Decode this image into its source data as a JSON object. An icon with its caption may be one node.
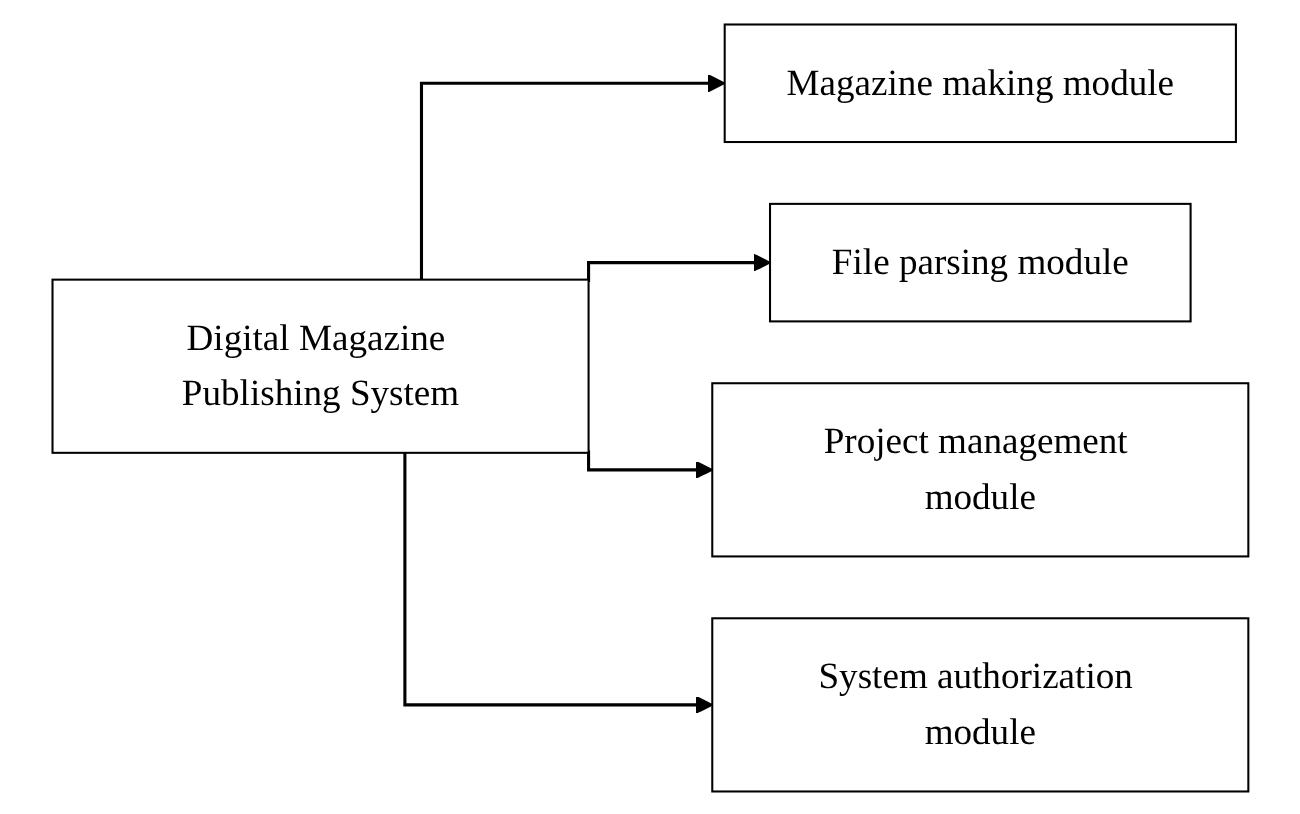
{
  "diagram": {
    "nodes": [
      {
        "text": [
          "Digital Magazine Publishing System"
        ]
      },
      {
        "text": [
          "Magazine making module"
        ]
      },
      {
        "text": [
          "File parsing module"
        ]
      },
      {
        "text": [
          "Project management module"
        ]
      },
      {
        "text": [
          "System authorization module"
        ]
      }
    ],
    "edges": [
      {
        "from": 0,
        "to": 1,
        "arrow": "to"
      },
      {
        "from": 0,
        "to": 2,
        "arrow": "to"
      },
      {
        "from": 0,
        "to": 3,
        "arrow": "to"
      },
      {
        "from": 0,
        "to": 4,
        "arrow": "to"
      }
    ]
  }
}
